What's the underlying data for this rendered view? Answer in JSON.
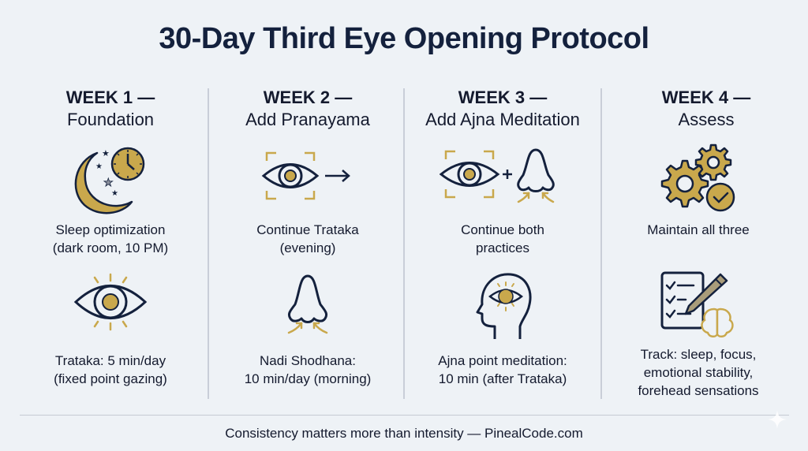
{
  "title": "30-Day Third Eye Opening Protocol",
  "colors": {
    "background": "#eef2f6",
    "navy": "#14213d",
    "gold": "#c9a84c",
    "divider": "#c9ced8"
  },
  "weeks": [
    {
      "week": "WEEK 1 —",
      "theme": "Foundation",
      "items": [
        {
          "icon": "moon-stars-clock-icon",
          "line1": "Sleep optimization",
          "line2": "(dark room, 10 PM)"
        },
        {
          "icon": "radiant-eye-icon",
          "line1": "Trataka: 5 min/day",
          "line2": "(fixed point gazing)"
        }
      ]
    },
    {
      "week": "WEEK 2 —",
      "theme": "Add Pranayama",
      "items": [
        {
          "icon": "framed-eye-arrow-icon",
          "line1": "Continue Trataka",
          "line2": "(evening)"
        },
        {
          "icon": "nose-breath-icon",
          "line1": "Nadi Shodhana:",
          "line2": "10 min/day (morning)"
        }
      ]
    },
    {
      "week": "WEEK 3 —",
      "theme": "Add Ajna Meditation",
      "items": [
        {
          "icon": "eye-plus-nose-icon",
          "line1": "Continue both",
          "line2": "practices"
        },
        {
          "icon": "head-third-eye-icon",
          "line1": "Ajna point meditation:",
          "line2": "10 min (after Trataka)"
        }
      ]
    },
    {
      "week": "WEEK 4 —",
      "theme": "Assess",
      "items": [
        {
          "icon": "gears-check-icon",
          "line1": "Maintain all three",
          "line2": ""
        },
        {
          "icon": "checklist-pencil-brain-icon",
          "line1": "Track: sleep, focus,",
          "line2": "emotional stability,",
          "line3": "forehead sensations"
        }
      ]
    }
  ],
  "footer": "Consistency matters more than intensity — PinealCode.com"
}
